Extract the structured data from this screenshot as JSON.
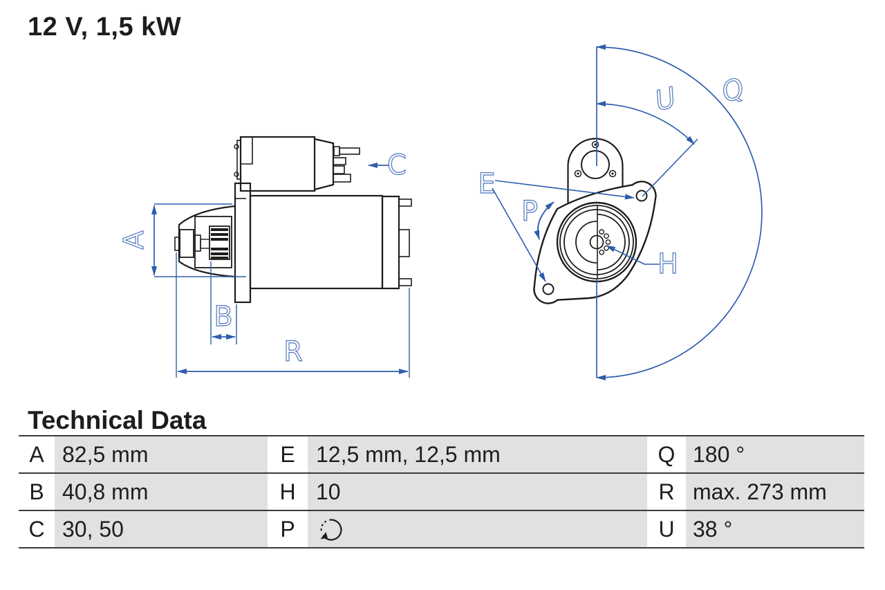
{
  "title": "12 V, 1,5 kW",
  "section_heading": "Technical Data",
  "diagram": {
    "side_view": {
      "a": "A",
      "b": "B",
      "c": "C",
      "r": "R"
    },
    "front_view": {
      "e": "E",
      "h": "H",
      "p": "P",
      "q": "Q",
      "u": "U"
    }
  },
  "table": {
    "rows": [
      {
        "cells": [
          {
            "key": "A",
            "value": "82,5 mm"
          },
          {
            "key": "E",
            "value": "12,5 mm, 12,5 mm"
          },
          {
            "key": "Q",
            "value": "180 °"
          }
        ]
      },
      {
        "cells": [
          {
            "key": "B",
            "value": "40,8 mm"
          },
          {
            "key": "H",
            "value": "10"
          },
          {
            "key": "R",
            "value": "max. 273 mm"
          }
        ]
      },
      {
        "cells": [
          {
            "key": "C",
            "value": "30, 50"
          },
          {
            "key": "P",
            "value": "",
            "icon": "rotation-direction-icon"
          },
          {
            "key": "U",
            "value": "38 °"
          }
        ]
      }
    ]
  },
  "colors": {
    "dimension_blue": "#2e5dac",
    "label_blue": "#4a72ba",
    "drawing_black": "#1c1c1c",
    "cell_gray": "#e1e1e1",
    "row_border": "#3a3a3a",
    "text": "#1d1d1b"
  }
}
